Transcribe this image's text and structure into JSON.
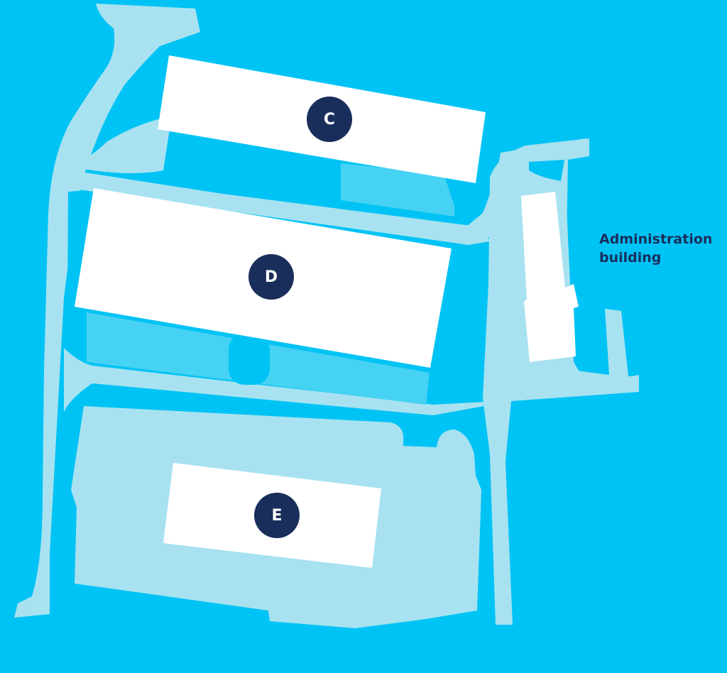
{
  "map": {
    "colors": {
      "background": "#00c3f5",
      "road": "#a8e2f1",
      "parking": "#46d2f3",
      "building": "#ffffff",
      "marker": "#1a2e5b",
      "label": "#1a2e5b"
    },
    "buildings": [
      {
        "id": "C",
        "label": "C"
      },
      {
        "id": "D",
        "label": "D"
      },
      {
        "id": "E",
        "label": "E"
      },
      {
        "id": "admin",
        "label": ""
      }
    ],
    "labels": {
      "administration_line1": "Administration",
      "administration_line2": "building"
    }
  }
}
